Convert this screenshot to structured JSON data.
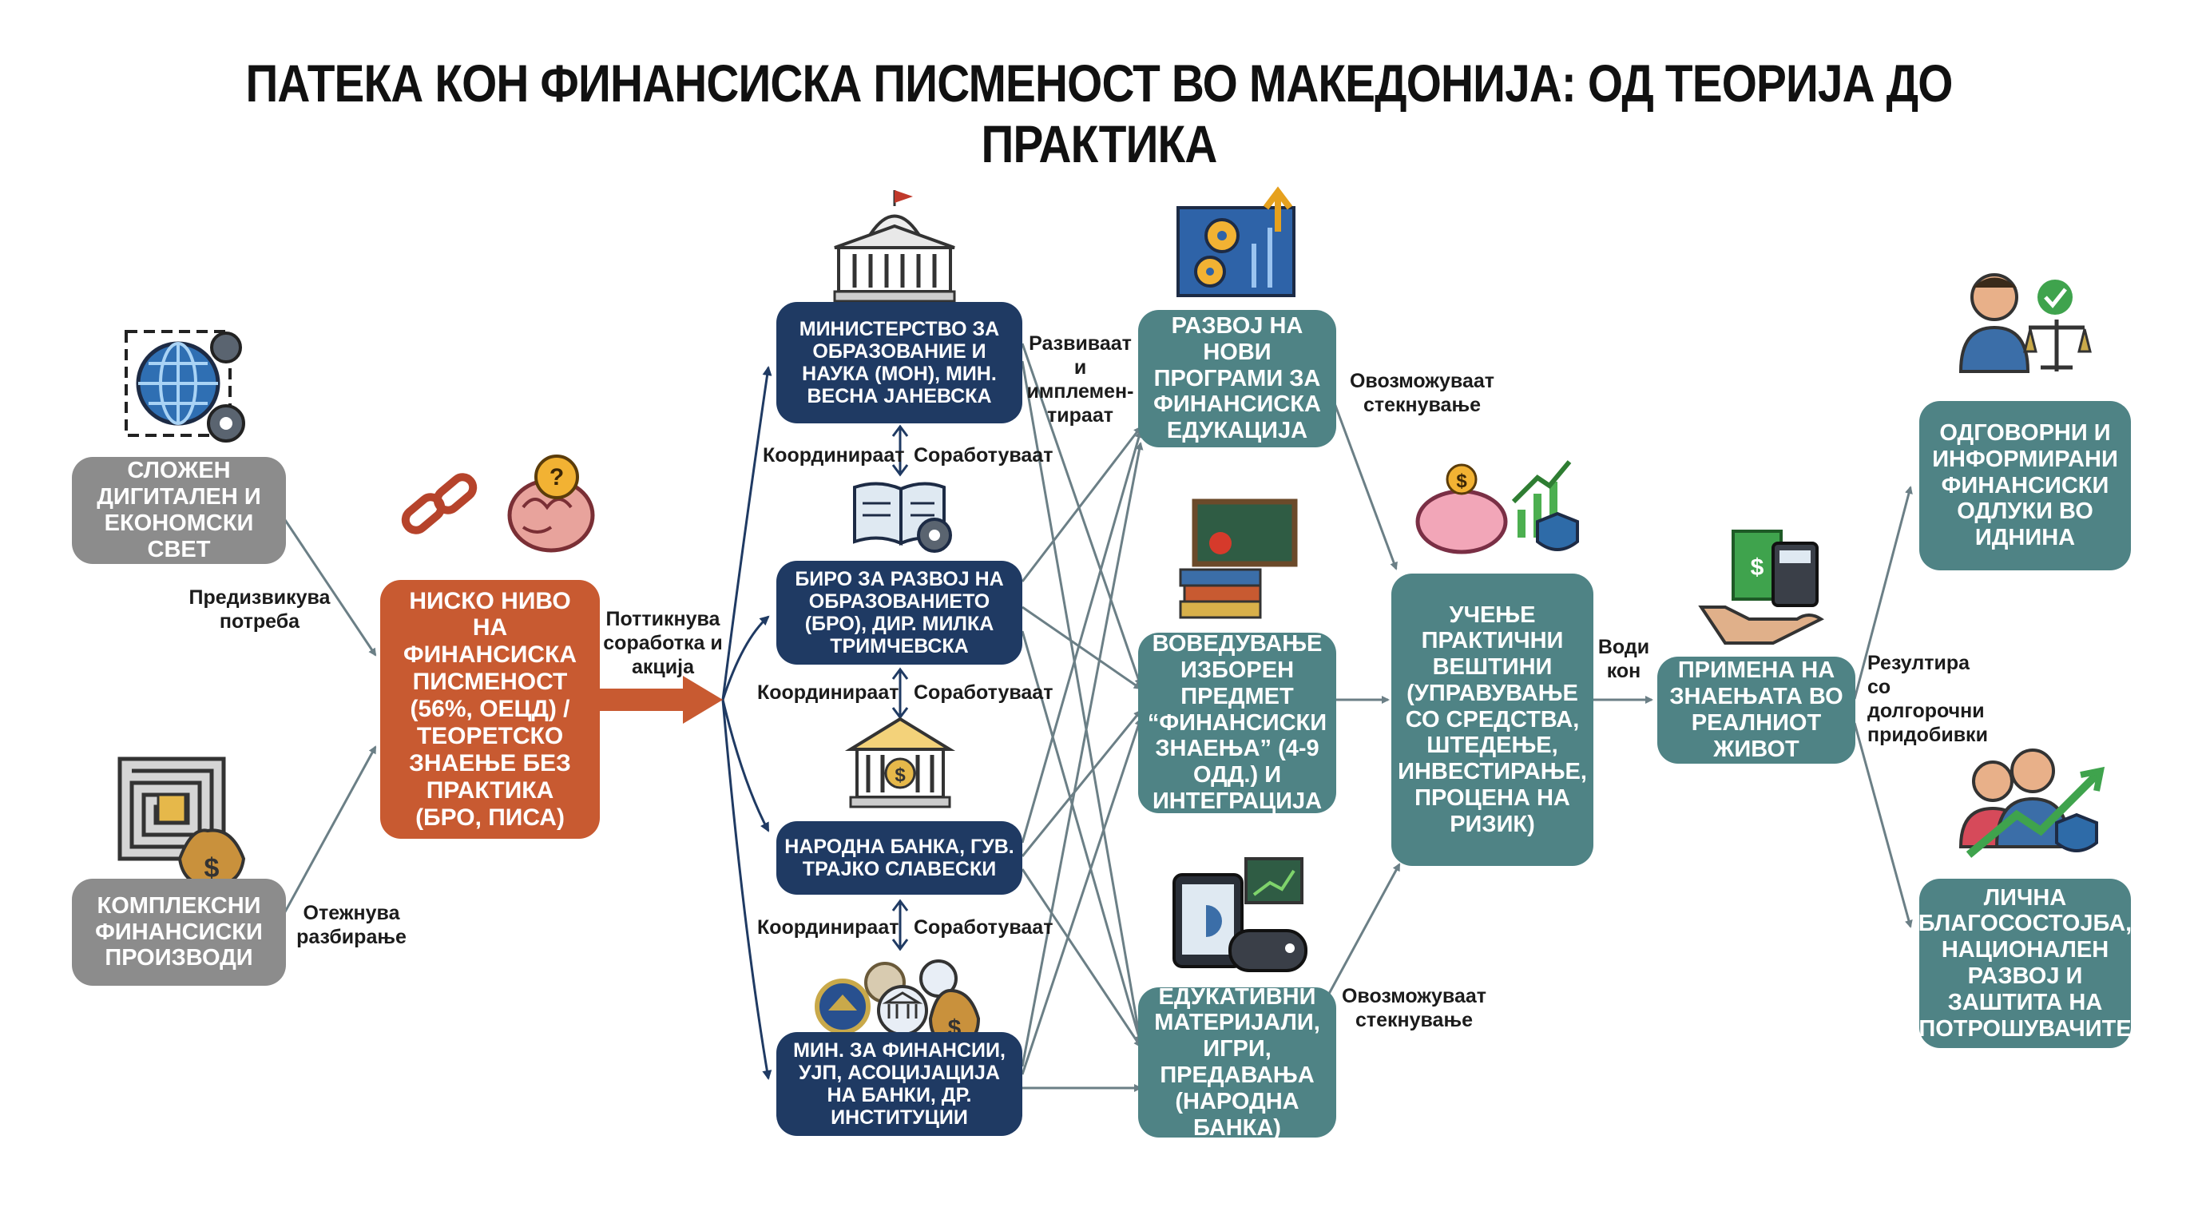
{
  "title": "ПАТЕКА КОН ФИНАНСИСКА ПИСМЕНОСТ ВО МАКЕДОНИЈА: ОД ТЕОРИЈА ДО ПРАКТИКА",
  "colors": {
    "gray": "#8c8c8c",
    "orange": "#c85a31",
    "navy": "#1f3a63",
    "teal": "#4f8385",
    "arrow": "#6b7f86"
  },
  "boxes": {
    "digital": "СЛОЖЕН ДИГИТАЛЕН И ЕКОНОМСКИ СВЕТ",
    "products": "КОМПЛЕКСНИ ФИНАНСИСКИ ПРОИЗВОДИ",
    "low": "НИСКО НИВО НА ФИНАНСИСКА ПИСМЕНОСТ (56%, ОЕЦД) / ТЕОРЕТСКО ЗНАЕЊЕ БЕЗ ПРАКТИКА (БРО, ПИСА)",
    "mon": "МИНИСТЕРСТВО ЗА ОБРАЗОВАНИЕ И НАУКА (МОН), МИН. ВЕСНА ЈАНЕВСКА",
    "bro": "БИРО ЗА РАЗВОЈ НА ОБРАЗОВАНИЕТО (БРО), ДИР. МИЛКА ТРИМЧЕВСКА",
    "nbank": "НАРОДНА БАНКА, ГУВ. ТРАЈКО СЛАВЕСКИ",
    "minfin": "МИН. ЗА ФИНАНСИИ, УЈП, АСОЦИЈАЦИЈА НА БАНКИ, ДР. ИНСТИТУЦИИ",
    "programs": "РАЗВОЈ НА НОВИ ПРОГРАМИ ЗА ФИНАНСИСКА ЕДУКАЦИЈА",
    "subject": "ВОВЕДУВАЊЕ ИЗБОРЕН ПРЕДМЕТ “ФИНАНСИСКИ ЗНАЕЊА” (4-9 ОДД.) И ИНТЕГРАЦИЈА",
    "materials": "ЕДУКАТИВНИ МАТЕРИЈАЛИ, ИГРИ, ПРЕДАВАЊА (НАРОДНА БАНКА)",
    "skills": "УЧЕЊЕ ПРАКТИЧНИ ВЕШТИНИ (УПРАВУВАЊЕ СО СРЕДСТВА, ШТЕДЕЊЕ, ИНВЕСТИРАЊЕ, ПРОЦЕНА НА РИЗИК)",
    "apply": "ПРИМЕНА НА ЗНАЕЊАТА ВО РЕАЛНИОТ ЖИВОТ",
    "decisions": "ОДГОВОРНИ И ИНФОРМИРАНИ ФИНАНСИСКИ ОДЛУКИ ВО ИДНИНА",
    "wellbeing": "ЛИЧНА БЛАГОСОСТОЈБА, НАЦИОНАЛЕН РАЗВОЈ И ЗАШТИТА НА ПОТРОШУВАЧИТЕ"
  },
  "labels": {
    "causes": "Предизвикува потреба",
    "hinders": "Отежнува разбирање",
    "prompted": "Поттикнува соработка и акција",
    "develop": "Развиваат и имплемен- тираат",
    "coord": "Координираат",
    "coop": "Соработуваат",
    "enable1": "Овозможуваат стекнување",
    "enable2": "Овозможуваат стекнување",
    "leads": "Води кон",
    "results": "Резултира со долгорочни придобивки"
  },
  "icons": [
    "globe-gears-icon",
    "broken-chain-brain-icon",
    "maze-money-icon",
    "government-building-icon",
    "book-gear-icon",
    "bank-icon",
    "institution-logos-icon",
    "blueprint-gears-icon",
    "chalkboard-books-icon",
    "tablet-gamepad-icon",
    "piggybank-growth-icon",
    "money-hand-calculator-icon",
    "person-scales-icon",
    "family-growth-icon"
  ]
}
